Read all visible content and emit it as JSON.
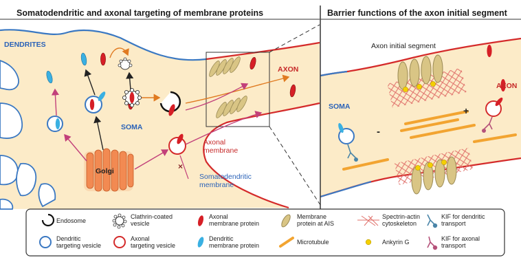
{
  "left_panel": {
    "title": "Somatodendritic and axonal targeting of membrane proteins",
    "labels": {
      "dendrites": "DENDRITES",
      "soma": "SOMA",
      "axon": "AXON",
      "golgi": "Golgi",
      "axonal_membrane_1": "Axonal",
      "axonal_membrane_2": "membrane",
      "sd_membrane_1": "Somatodendritic",
      "sd_membrane_2": "membrane"
    }
  },
  "right_panel": {
    "title": "Barrier functions of the axon initial segment",
    "labels": {
      "ais": "Axon initial segment",
      "soma": "SOMA",
      "axon": "AXON",
      "minus": "-",
      "plus": "+"
    }
  },
  "legend": {
    "items": [
      {
        "label1": "Endosome",
        "label2": "",
        "icon": "endosome-icon"
      },
      {
        "label1": "Clathrin-coated",
        "label2": "vesicle",
        "icon": "clathrin-vesicle-icon"
      },
      {
        "label1": "Axonal",
        "label2": "membrane protein",
        "icon": "axonal-protein-icon"
      },
      {
        "label1": "Membrane",
        "label2": "protein at AIS",
        "icon": "ais-protein-icon"
      },
      {
        "label1": "Spectrin-actin",
        "label2": "cytoskeleton",
        "icon": "spectrin-actin-icon"
      },
      {
        "label1": "KIF for dendritic",
        "label2": "transport",
        "icon": "kif-dendritic-icon"
      },
      {
        "label1": "Dendritic",
        "label2": "targeting vesicle",
        "icon": "dendritic-vesicle-icon"
      },
      {
        "label1": "Axonal",
        "label2": "targeting vesicle",
        "icon": "axonal-vesicle-icon"
      },
      {
        "label1": "Dendritic",
        "label2": "membrane protein",
        "icon": "dendritic-protein-icon"
      },
      {
        "label1": "Microtubule",
        "label2": "",
        "icon": "microtubule-icon"
      },
      {
        "label1": "Ankyrin G",
        "label2": "",
        "icon": "ankyrin-g-icon"
      },
      {
        "label1": "KIF for axonal",
        "label2": "transport",
        "icon": "kif-axonal-icon"
      }
    ]
  },
  "colors": {
    "cytoplasm": "#fcebc8",
    "outer_membrane": "#3a78c2",
    "axonal_membrane": "#d42a2a",
    "dendritic_protein": "#3ab0e2",
    "axonal_protein": "#d61f26",
    "ais_protein": "#d9c585",
    "microtubule": "#f2a431",
    "ankyrin": "#f5d000",
    "spectrin": "#e0706a",
    "kif_dendritic": "#4a85a8",
    "kif_axonal": "#b5527a",
    "dendritic_label": "#2a62b8",
    "axonal_label": "#c62828"
  }
}
